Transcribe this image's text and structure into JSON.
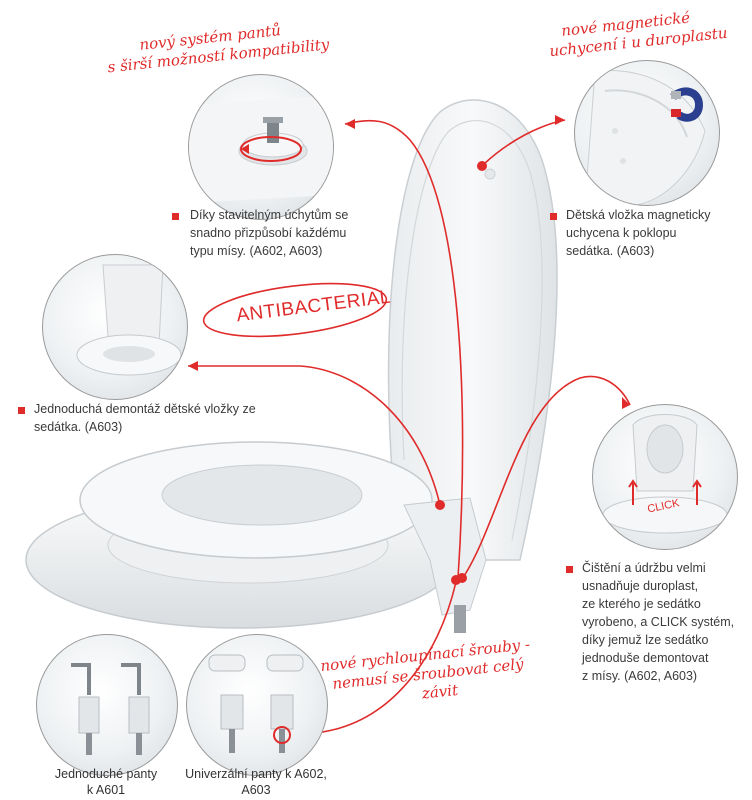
{
  "colors": {
    "accent_red": "#e02b2b",
    "outline_grey": "#9a9a9a",
    "seat_white": "#f4f5f6"
  },
  "handwritten": {
    "hinges_line1": "nový systém pantů",
    "hinges_line2": "s širší možností kompatibility",
    "magnet_line1": "nové magnetické",
    "magnet_line2": "uchycení i u duroplastu",
    "screws_line1": "nové rychloupínací šrouby -",
    "screws_line2": "nemusí se šroubovat celý",
    "screws_line3": "závit"
  },
  "antibacterial": "ANTIBACTERIAL",
  "notes": {
    "hinge": [
      "Díky stavitelným úchytům se",
      "snadno přizpůsobí každému",
      "typu mísy. (A602, A603)"
    ],
    "magnet": [
      "Dětská vložka magneticky",
      "uchycena k poklopu",
      "sedátka. (A603)"
    ],
    "insert": [
      "Jednoduchá demontáž dětské vložky ze",
      "sedátka. (A603)"
    ],
    "cleaning": [
      "Čištění a údržbu velmi",
      "usnadňuje duroplast,",
      "ze kterého je sedátko",
      "vyrobeno, a CLICK systém,",
      "díky jemuž lze sedátko",
      "jednoduše demontovat",
      "z mísy. (A602, A603)"
    ]
  },
  "click_label": "CLICK",
  "captions": {
    "simple_line1": "Jednoduché panty",
    "simple_line2": "k A601",
    "universal_line1": "Univerzální panty k A602,",
    "universal_line2": "A603"
  }
}
